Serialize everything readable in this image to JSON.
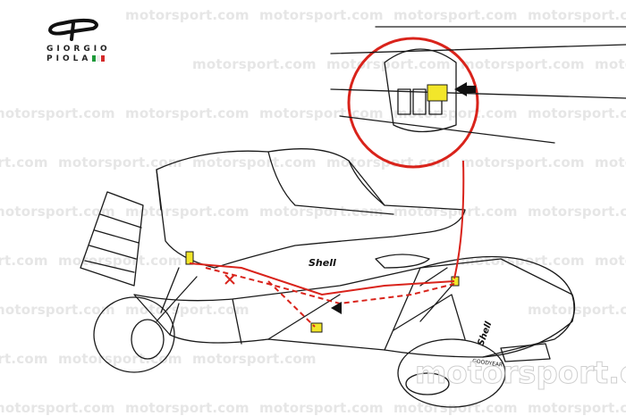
{
  "watermark": {
    "text": "motorsport.com",
    "color": "#e6e6e6"
  },
  "logo": {
    "line1": "GIORGIO",
    "line2": "PIOLA",
    "flag_colors": [
      "#1f9a3a",
      "#ffffff",
      "#d42a2a"
    ]
  },
  "car_lettering": {
    "sponsor": "Shell",
    "tyre": "GOODYEAR"
  },
  "colors": {
    "highlight_line": "#d9231b",
    "highlight_part": "#f2e62a",
    "ink": "#1a1a1a"
  },
  "icons": [
    "detail-magnifier-circle",
    "arrow-pointer",
    "component-cross-marker"
  ]
}
